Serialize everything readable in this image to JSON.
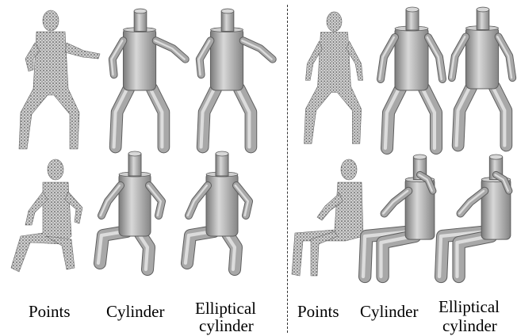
{
  "figure": {
    "panels": [
      {
        "labels": [
          "Points",
          "Cylinder",
          "Elliptical cylinder"
        ],
        "rows": [
          "standing-pose",
          "sitting-pose"
        ]
      },
      {
        "labels": [
          "Points",
          "Cylinder",
          "Elliptical cylinder"
        ],
        "rows": [
          "standing-pose",
          "sitting-pose"
        ]
      }
    ],
    "label_points": "Points",
    "label_cylinder": "Cylinder",
    "label_elliptical_1": "Elliptical",
    "label_elliptical_2": "cylinder",
    "colors": {
      "cylinder_fill": "#9a9a9a",
      "cylinder_highlight": "#d6d6d6",
      "cylinder_shadow": "#5e5e5e",
      "points": "#3a3a3a",
      "divider": "#333333"
    }
  }
}
